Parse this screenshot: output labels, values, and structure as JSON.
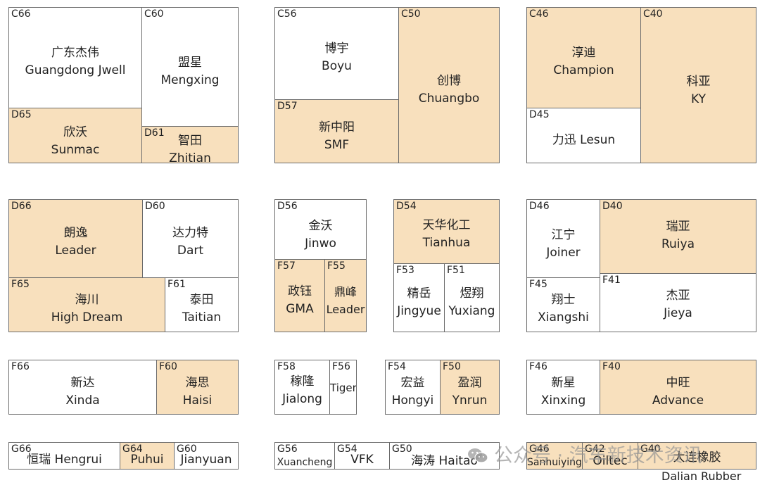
{
  "colors": {
    "tan": "#f8e0bd",
    "white": "#ffffff",
    "border": "#6b6b6b"
  },
  "booths": [
    {
      "id": "C66",
      "fill": "white",
      "lines": [
        "广东杰伟",
        "Guangdong Jwell"
      ]
    },
    {
      "id": "C60",
      "fill": "white",
      "lines": [
        "盟星",
        "Mengxing"
      ]
    },
    {
      "id": "D65",
      "fill": "tan",
      "lines": [
        "欣沃",
        "Sunmac"
      ]
    },
    {
      "id": "D61",
      "fill": "tan",
      "lines": [
        "智田",
        "Zhitian"
      ]
    },
    {
      "id": "C56",
      "fill": "white",
      "lines": [
        "博宇",
        "Boyu"
      ]
    },
    {
      "id": "C50",
      "fill": "tan",
      "lines": [
        "创博",
        "Chuangbo"
      ]
    },
    {
      "id": "D57",
      "fill": "tan",
      "lines": [
        "新中阳",
        "SMF"
      ]
    },
    {
      "id": "C46",
      "fill": "tan",
      "lines": [
        "淳迪",
        "Champion"
      ]
    },
    {
      "id": "C40",
      "fill": "tan",
      "lines": [
        "科亚",
        "KY"
      ]
    },
    {
      "id": "D45",
      "fill": "white",
      "lines": [
        "力迅 Lesun"
      ]
    },
    {
      "id": "D66",
      "fill": "tan",
      "lines": [
        "朗逸",
        "Leader"
      ]
    },
    {
      "id": "D60",
      "fill": "white",
      "lines": [
        "达力特",
        "Dart"
      ]
    },
    {
      "id": "F65",
      "fill": "tan",
      "lines": [
        "海川",
        "High Dream"
      ]
    },
    {
      "id": "F61",
      "fill": "white",
      "lines": [
        "泰田",
        "Taitian"
      ]
    },
    {
      "id": "D56",
      "fill": "white",
      "lines": [
        "金沃",
        "Jinwo"
      ]
    },
    {
      "id": "F57",
      "fill": "tan",
      "lines": [
        "政钰",
        "GMA"
      ]
    },
    {
      "id": "F55",
      "fill": "tan",
      "lines": [
        "鼎峰",
        "Leader"
      ]
    },
    {
      "id": "D54",
      "fill": "tan",
      "lines": [
        "天华化工",
        "Tianhua"
      ]
    },
    {
      "id": "F53",
      "fill": "white",
      "lines": [
        "精岳",
        "Jingyue"
      ]
    },
    {
      "id": "F51",
      "fill": "white",
      "lines": [
        "煜翔",
        "Yuxiang"
      ]
    },
    {
      "id": "D46",
      "fill": "white",
      "lines": [
        "江宁",
        "Joiner"
      ]
    },
    {
      "id": "D40",
      "fill": "tan",
      "lines": [
        "瑞亚",
        "Ruiya"
      ]
    },
    {
      "id": "F45",
      "fill": "white",
      "lines": [
        "翔士",
        "Xiangshi"
      ]
    },
    {
      "id": "F41",
      "fill": "white",
      "lines": [
        "杰亚",
        "Jieya"
      ]
    },
    {
      "id": "F66",
      "fill": "white",
      "lines": [
        "新达",
        "Xinda"
      ]
    },
    {
      "id": "F60",
      "fill": "tan",
      "lines": [
        "海思",
        "Haisi"
      ]
    },
    {
      "id": "F58",
      "fill": "white",
      "lines": [
        "稼隆",
        "Jialong"
      ]
    },
    {
      "id": "F56",
      "fill": "white",
      "lines": [
        "Tiger"
      ]
    },
    {
      "id": "F54",
      "fill": "white",
      "lines": [
        "宏益",
        "Hongyi"
      ]
    },
    {
      "id": "F50",
      "fill": "tan",
      "lines": [
        "盈润",
        "Ynrun"
      ]
    },
    {
      "id": "F46",
      "fill": "white",
      "lines": [
        "新星",
        "Xinxing"
      ]
    },
    {
      "id": "F40",
      "fill": "tan",
      "lines": [
        "中旺",
        "Advance"
      ]
    },
    {
      "id": "G66",
      "fill": "white",
      "lines": [
        "恒瑞 Hengrui"
      ]
    },
    {
      "id": "G64",
      "fill": "tan",
      "lines": [
        "Puhui"
      ]
    },
    {
      "id": "G60",
      "fill": "white",
      "lines": [
        "Jianyuan"
      ]
    },
    {
      "id": "G56",
      "fill": "white",
      "lines": [
        "Xuancheng"
      ]
    },
    {
      "id": "G54",
      "fill": "white",
      "lines": [
        "VFK"
      ]
    },
    {
      "id": "G50",
      "fill": "white",
      "lines": [
        "海涛 Haitao"
      ]
    },
    {
      "id": "G46",
      "fill": "tan",
      "lines": [
        "Sanhuiying"
      ]
    },
    {
      "id": "G42",
      "fill": "tan",
      "lines": [
        "Oiltec"
      ]
    },
    {
      "id": "G40",
      "fill": "tan",
      "lines": [
        "大连橡胶"
      ]
    }
  ],
  "dalian_en": "Dalian Rubber",
  "watermark": "公众号 · 汽车新技术资讯",
  "icons": {
    "watermark": "wechat-icon"
  }
}
